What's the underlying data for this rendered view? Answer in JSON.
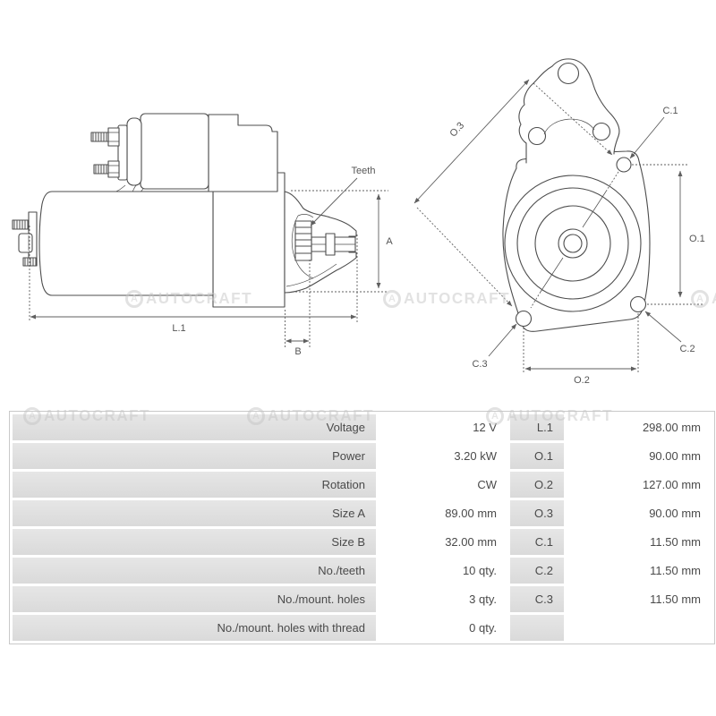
{
  "watermark": {
    "text": "AUTOCRAFT",
    "letter": "A"
  },
  "drawing": {
    "side_view": {
      "labels": {
        "teeth": "Teeth",
        "length": "L.1",
        "width_b": "B",
        "height_a": "A"
      }
    },
    "front_view": {
      "labels": {
        "o1": "O.1",
        "o2": "O.2",
        "o3": "O.3",
        "c1": "C.1",
        "c2": "C.2",
        "c3": "C.3"
      }
    }
  },
  "table": {
    "rows": [
      {
        "label": "Voltage",
        "value": "12 V",
        "key": "L.1",
        "key_value": "298.00 mm"
      },
      {
        "label": "Power",
        "value": "3.20 kW",
        "key": "O.1",
        "key_value": "90.00 mm"
      },
      {
        "label": "Rotation",
        "value": "CW",
        "key": "O.2",
        "key_value": "127.00 mm"
      },
      {
        "label": "Size A",
        "value": "89.00 mm",
        "key": "O.3",
        "key_value": "90.00 mm"
      },
      {
        "label": "Size B",
        "value": "32.00 mm",
        "key": "C.1",
        "key_value": "11.50 mm"
      },
      {
        "label": "No./teeth",
        "value": "10 qty.",
        "key": "C.2",
        "key_value": "11.50 mm"
      },
      {
        "label": "No./mount. holes",
        "value": "3 qty.",
        "key": "C.3",
        "key_value": "11.50 mm"
      },
      {
        "label": "No./mount. holes with thread",
        "value": "0 qty.",
        "key": "",
        "key_value": ""
      }
    ]
  },
  "colors": {
    "line": "#4d4d4d",
    "dimension": "#5f5f5f",
    "table_cell_gray": "#dedede",
    "table_border": "#c9c9c9",
    "watermark": "#c6c6c6",
    "text": "#4a4a4a"
  }
}
